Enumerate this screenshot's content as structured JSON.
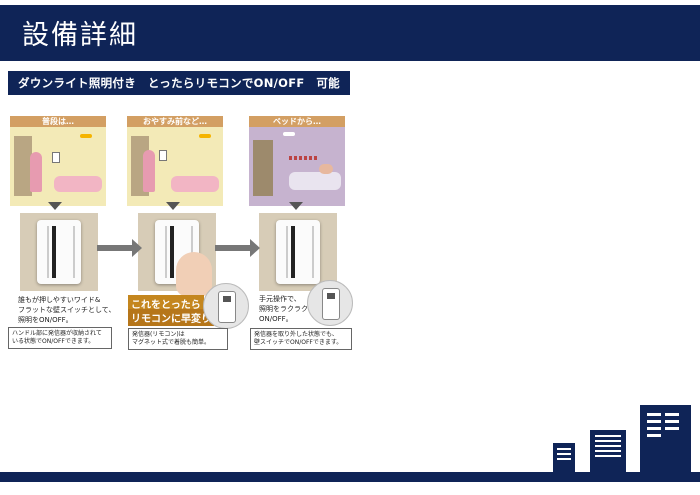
{
  "header": {
    "title": "設備詳細"
  },
  "subtitle": "ダウンライト照明付き　とったらリモコンでON/OFF　可能",
  "panels": [
    {
      "label": "普段は…",
      "bg": "#f3eab7"
    },
    {
      "label": "おやすみ前など…",
      "bg": "#f3eab7"
    },
    {
      "label": "ベッドから…",
      "bg": "#c6b3cf"
    }
  ],
  "descriptions": [
    "誰もが押しやすいワイド&\nフラットな壁スイッチとして、\n照明をON/OFF。",
    "手元操作で、\n照明をラクラク\nON/OFF。"
  ],
  "notes": [
    "ハンドル部に発信器が収納されて\nいる状態でON/OFFできます。",
    "発信器(リモコン)は\nマグネット式で着脱も簡単。",
    "発信器を取り外した状態でも、\n壁スイッチでON/OFFできます。"
  ],
  "badge": {
    "line1": "これをとったら",
    "line2": "リモコンに早変り"
  },
  "colors": {
    "navy": "#0f2457",
    "accent": "#d39f63",
    "gold": "#c4861e"
  }
}
